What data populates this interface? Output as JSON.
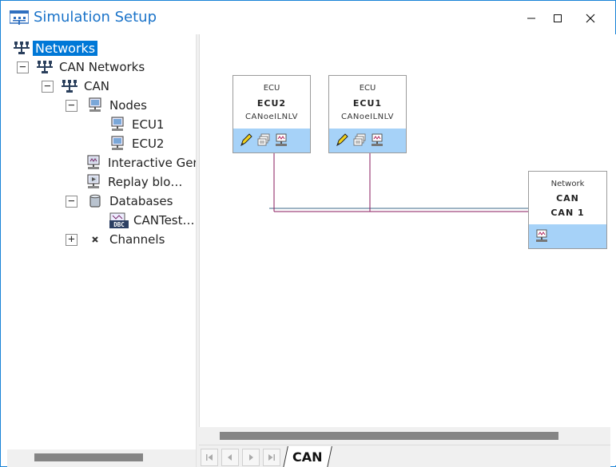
{
  "window": {
    "title": "Simulation Setup"
  },
  "tree": {
    "root": "Networks",
    "can_networks": "CAN Networks",
    "can": "CAN",
    "nodes": "Nodes",
    "ecu1": "ECU1",
    "ecu2": "ECU2",
    "interactive": "Interactive Ger",
    "replay": "Replay blo…",
    "databases": "Databases",
    "cantest": "CANTest…",
    "channels": "Channels",
    "dbc_badge": "DBC"
  },
  "canvas": {
    "ecu2": {
      "type": "ECU",
      "name": "ECU2",
      "sub": "CANoeILNLV"
    },
    "ecu1": {
      "type": "ECU",
      "name": "ECU1",
      "sub": "CANoeILNLV"
    },
    "network": {
      "type": "Network",
      "name": "CAN",
      "channel": "CAN 1"
    }
  },
  "tabs": {
    "active": "CAN"
  },
  "colors": {
    "accent": "#0078d7",
    "toolbar_blue": "#a6d2f8",
    "bus_line": "#8a1a5e",
    "bus_line2": "#3d6a8a"
  }
}
